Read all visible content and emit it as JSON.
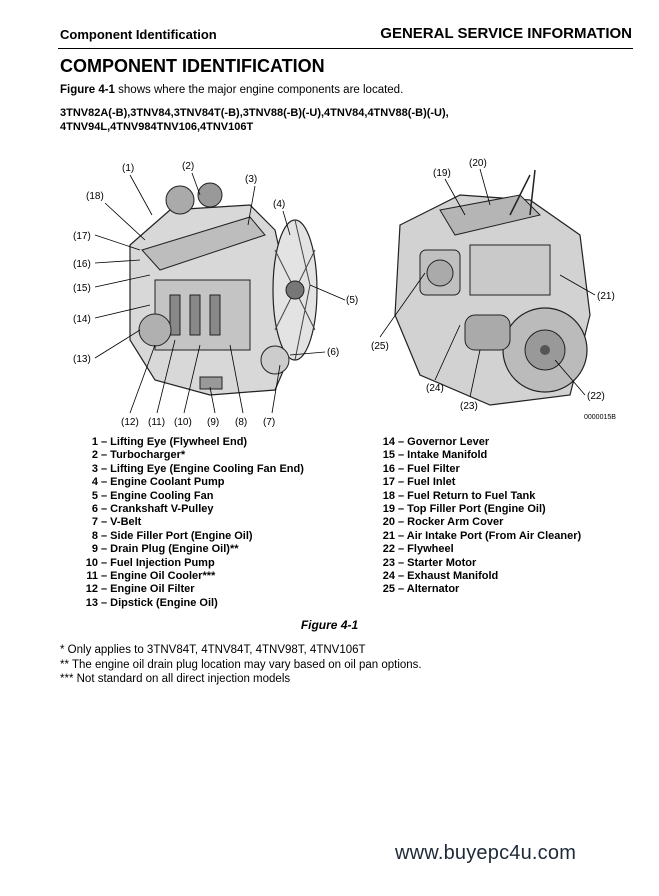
{
  "header": {
    "left": "Component Identification",
    "right": "GENERAL SERVICE INFORMATION"
  },
  "title": "COMPONENT IDENTIFICATION",
  "intro": {
    "ref": "Figure 4-1",
    "text": " shows where the major engine components are located."
  },
  "models": {
    "line1": "3TNV82A(-B),3TNV84,3TNV84T(-B),3TNV88(-B)(-U),4TNV84,4TNV88(-B)(-U),",
    "line2": "4TNV94L,4TNV984TNV106,4TNV106T"
  },
  "figure": {
    "image_id": "0000015B",
    "left_callouts": [
      "(1)",
      "(2)",
      "(3)",
      "(4)",
      "(5)",
      "(6)",
      "(7)",
      "(8)",
      "(9)",
      "(10)",
      "(11)",
      "(12)",
      "(13)",
      "(14)",
      "(15)",
      "(16)",
      "(17)",
      "(18)"
    ],
    "right_callouts": [
      "(19)",
      "(20)",
      "(21)",
      "(22)",
      "(23)",
      "(24)",
      "(25)"
    ]
  },
  "components_left": [
    {
      "num": "1",
      "label": "– Lifting Eye (Flywheel End)"
    },
    {
      "num": "2",
      "label": "– Turbocharger*"
    },
    {
      "num": "3",
      "label": "– Lifting Eye (Engine Cooling Fan End)"
    },
    {
      "num": "4",
      "label": "– Engine Coolant Pump"
    },
    {
      "num": "5",
      "label": "– Engine Cooling Fan"
    },
    {
      "num": "6",
      "label": "– Crankshaft V-Pulley"
    },
    {
      "num": "7",
      "label": "– V-Belt"
    },
    {
      "num": "8",
      "label": "– Side Filler Port (Engine Oil)"
    },
    {
      "num": "9",
      "label": "– Drain Plug (Engine Oil)**"
    },
    {
      "num": "10",
      "label": "– Fuel Injection Pump"
    },
    {
      "num": "11",
      "label": "– Engine Oil Cooler***"
    },
    {
      "num": "12",
      "label": "– Engine Oil Filter"
    },
    {
      "num": "13",
      "label": "– Dipstick (Engine Oil)"
    }
  ],
  "components_right": [
    {
      "num": "14",
      "label": "– Governor Lever"
    },
    {
      "num": "15",
      "label": "– Intake Manifold"
    },
    {
      "num": "16",
      "label": "– Fuel Filter"
    },
    {
      "num": "17",
      "label": "– Fuel Inlet"
    },
    {
      "num": "18",
      "label": "– Fuel Return to Fuel Tank"
    },
    {
      "num": "19",
      "label": "– Top Filler Port (Engine Oil)"
    },
    {
      "num": "20",
      "label": "– Rocker Arm Cover"
    },
    {
      "num": "21",
      "label": "– Air Intake Port (From Air Cleaner)"
    },
    {
      "num": "22",
      "label": "– Flywheel"
    },
    {
      "num": "23",
      "label": "– Starter Motor"
    },
    {
      "num": "24",
      "label": "– Exhaust Manifold"
    },
    {
      "num": "25",
      "label": "– Alternator"
    }
  ],
  "figure_caption": "Figure 4-1",
  "notes": [
    "* Only applies to 3TNV84T, 4TNV84T, 4TNV98T, 4TNV106T",
    "** The engine oil drain plug location may vary based on oil pan options.",
    "*** Not standard on all direct injection models"
  ],
  "watermark": "www.buyepc4u.com"
}
